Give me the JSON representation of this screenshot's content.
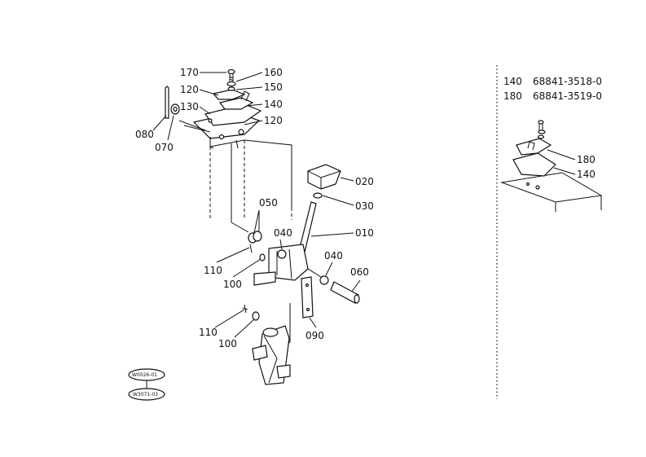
{
  "labels": {
    "p170": "170",
    "p160": "160",
    "p120a": "120",
    "p150": "150",
    "p130": "130",
    "p140": "140",
    "p120b": "120",
    "p080": "080",
    "p070": "070",
    "p020": "020",
    "p030": "030",
    "p050": "050",
    "p040a": "040",
    "p010": "010",
    "p110a": "110",
    "p100a": "100",
    "p040b": "040",
    "p060": "060",
    "p110b": "110",
    "p100b": "100",
    "p090": "090",
    "r180": "180",
    "r140": "140"
  },
  "ref_table": [
    {
      "num": "140",
      "code": "68841-3518-0"
    },
    {
      "num": "180",
      "code": "68841-3519-0"
    }
  ],
  "codes": {
    "c1": "W0026-01",
    "c2": "W3071-03"
  }
}
